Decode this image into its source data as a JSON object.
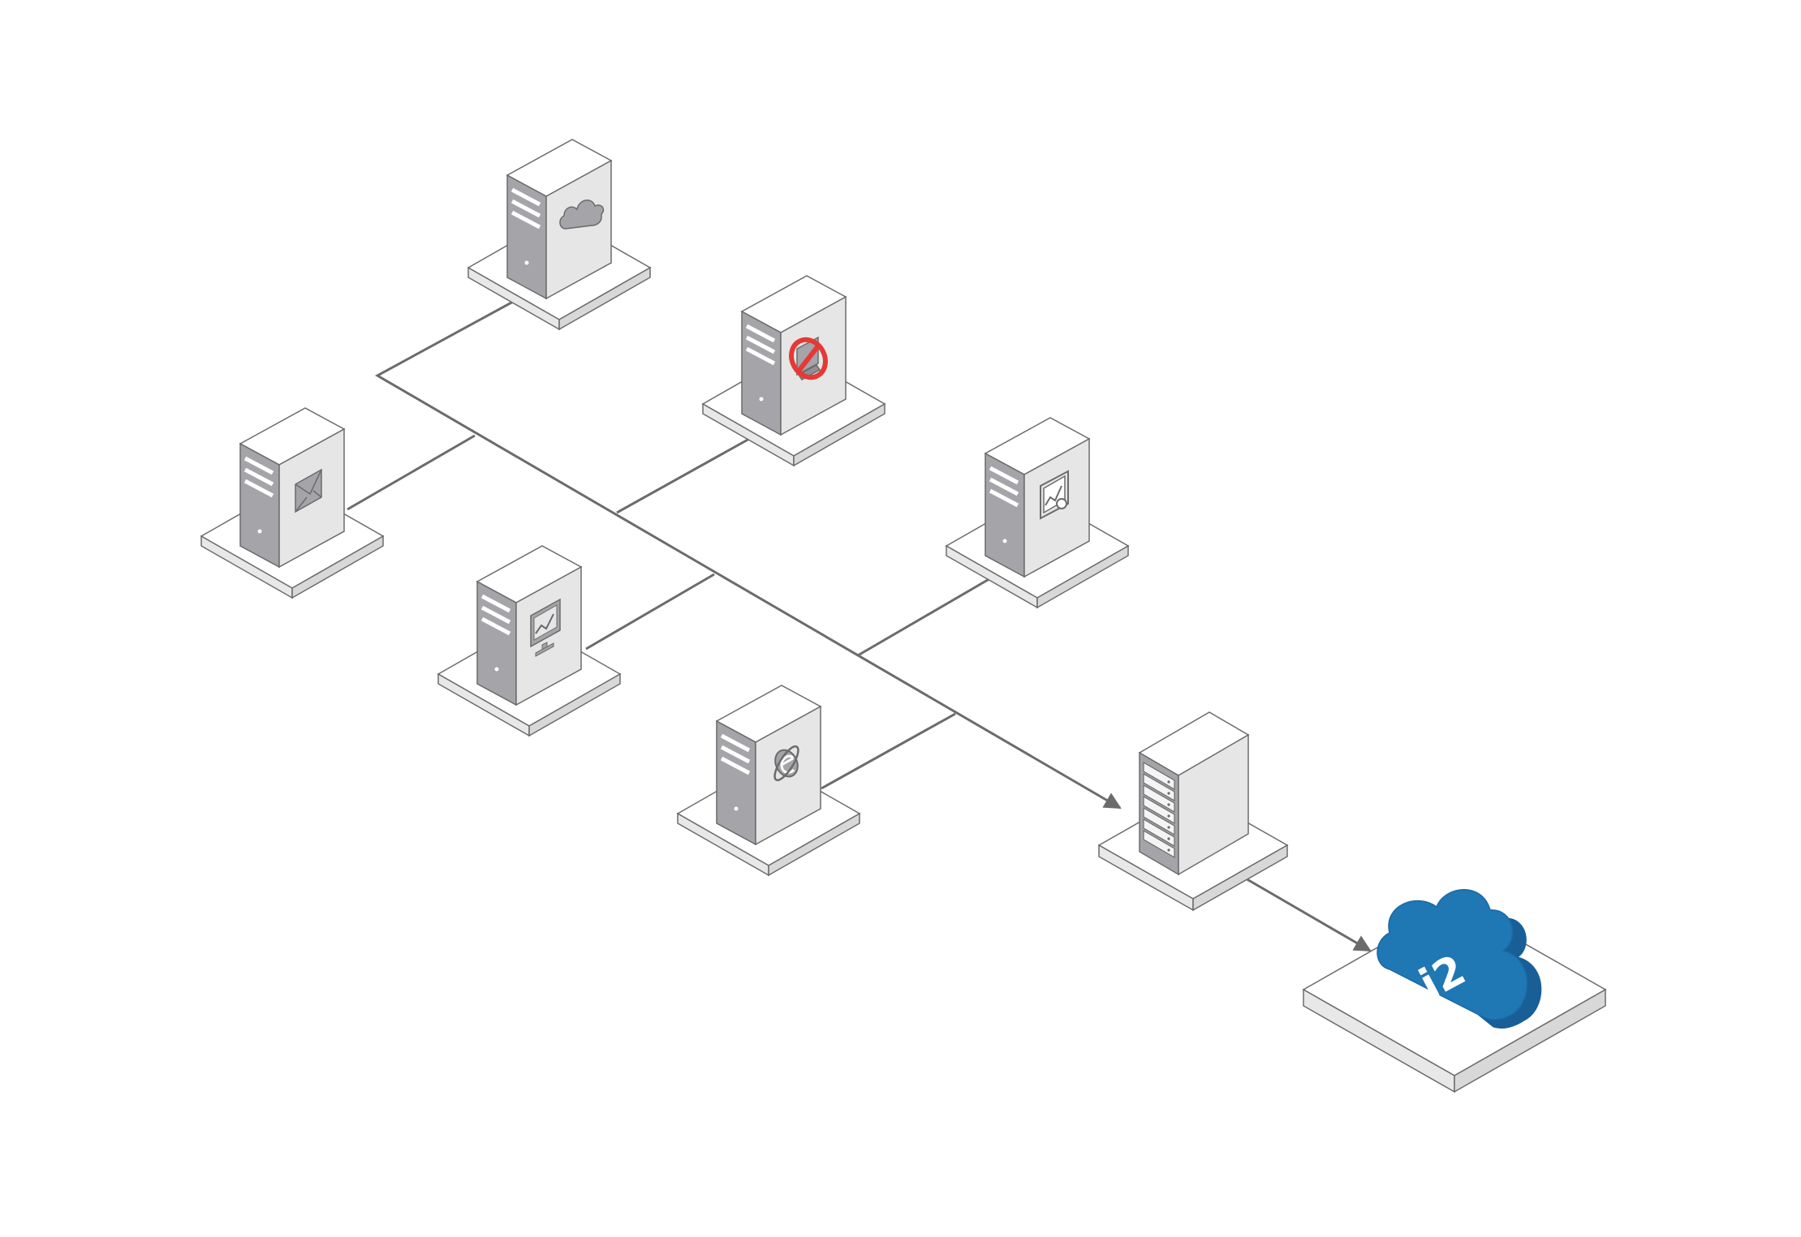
{
  "diagram": {
    "type": "isometric-network-diagram",
    "background_color": "#ffffff",
    "colors": {
      "tower_side": "#a4a4a9",
      "tower_front": "#e6e6e6",
      "tower_top": "#ffffff",
      "platform_top": "#ffffff",
      "platform_side": "#e8e8e8",
      "outline": "#6b6b6b",
      "line": "#6b6b6b",
      "cloud_fill": "#1f77b4",
      "cloud_side": "#185f97",
      "cloud_text": "#ffffff",
      "prohibit_red": "#e53935"
    },
    "sources": [
      {
        "id": "cloud-server",
        "icon": "cloud-icon"
      },
      {
        "id": "blocked-server",
        "icon": "prohibit-icon"
      },
      {
        "id": "mail-server",
        "icon": "mail-icon"
      },
      {
        "id": "analytics-server",
        "icon": "chart-icon"
      },
      {
        "id": "monitor-server",
        "icon": "monitor-chart-icon"
      },
      {
        "id": "web-server",
        "icon": "internet-explorer-icon"
      }
    ],
    "collector": {
      "id": "rack-server",
      "icon": "server-rack-icon"
    },
    "destination": {
      "id": "i2-cloud",
      "icon": "cloud-icon",
      "label": "i2"
    }
  }
}
